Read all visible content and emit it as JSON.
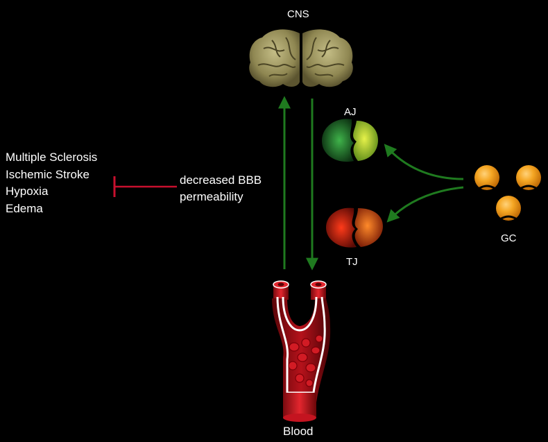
{
  "labels": {
    "cns": "CNS",
    "aj": "AJ",
    "tj": "TJ",
    "gc": "GC",
    "blood": "Blood"
  },
  "effect": {
    "line1": "decreased BBB",
    "line2": "permeability"
  },
  "diseases": [
    "Multiple Sclerosis",
    "Ischemic Stroke",
    "Hypoxia",
    "Edema"
  ],
  "colors": {
    "background": "#000000",
    "arrow": "#1f7a1f",
    "inhibition": "#c8102e",
    "brain": "#a8a06a",
    "vessel": "#b5121b",
    "gc_sphere": "#f39a1e",
    "aj": "#8cc63f",
    "tj": "#d8341a"
  }
}
